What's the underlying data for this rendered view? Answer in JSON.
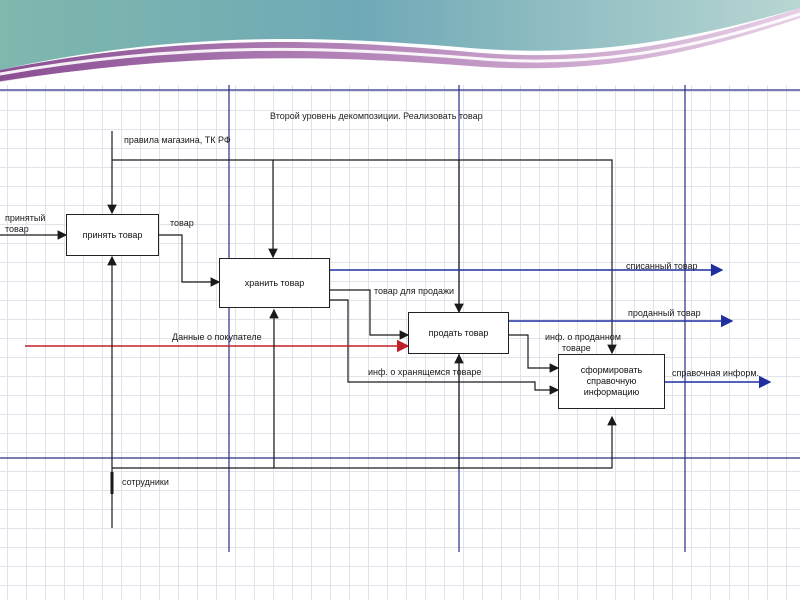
{
  "diagram": {
    "title": "Второй уровень декомпозиции. Реализовать товар",
    "boxes": {
      "accept": "принять товар",
      "store": "хранить товар",
      "sell": "продать товар",
      "report": "сформировать\nсправочную\nинформацию"
    },
    "labels": {
      "rules": "правила магазина, ТК РФ",
      "accepted_goods_line1": "принятый",
      "accepted_goods_line2": "товар",
      "goods": "товар",
      "goods_for_sale": "товар для продажи",
      "customer_data": "Данные о покупателе",
      "sold_info_line1": "инф. о проданном",
      "sold_info_line2": "товаре",
      "stored_info": "инф. о хранящемся товаре",
      "written_off": "списанный товар",
      "sold_goods": "проданный товар",
      "reference_info": "справочная информ.",
      "staff": "сотрудники"
    },
    "colors": {
      "output_arrow": "#1f2fa0",
      "customer_arrow": "#c0202a",
      "frame_line": "#2a2f86",
      "grid": "#dfe3ea",
      "flow_line": "#1a1a1a"
    }
  }
}
